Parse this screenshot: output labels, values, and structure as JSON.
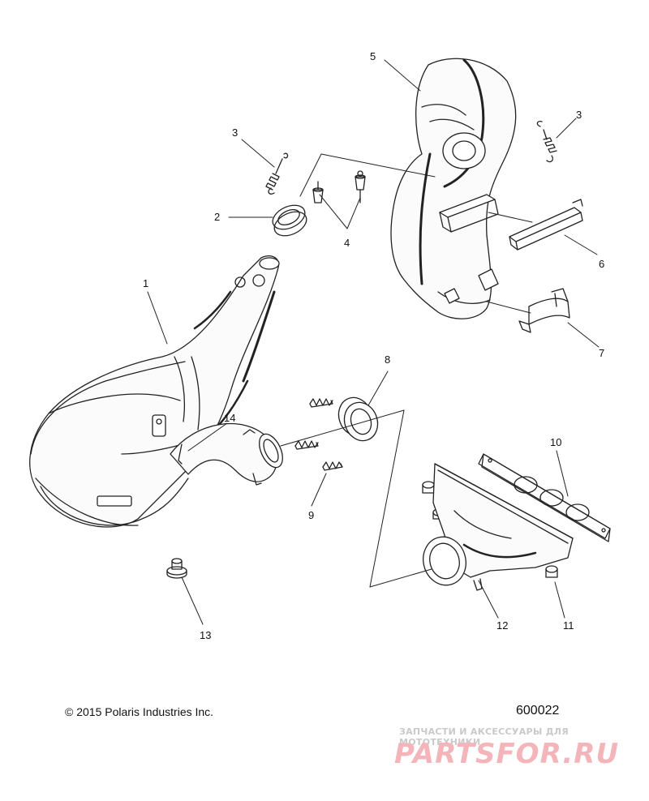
{
  "diagram": {
    "callouts": [
      "1",
      "2",
      "3",
      "3",
      "4",
      "5",
      "6",
      "7",
      "8",
      "9",
      "10",
      "11",
      "12",
      "13",
      "14"
    ]
  },
  "footer": {
    "copyright": "© 2015 Polaris Industries Inc.",
    "diagram_number": "600022"
  },
  "watermark": {
    "tagline": "ЗАПЧАСТИ И АКСЕССУАРЫ ДЛЯ МОТОТЕХНИКИ",
    "logo": "PARTSFOR.RU"
  }
}
